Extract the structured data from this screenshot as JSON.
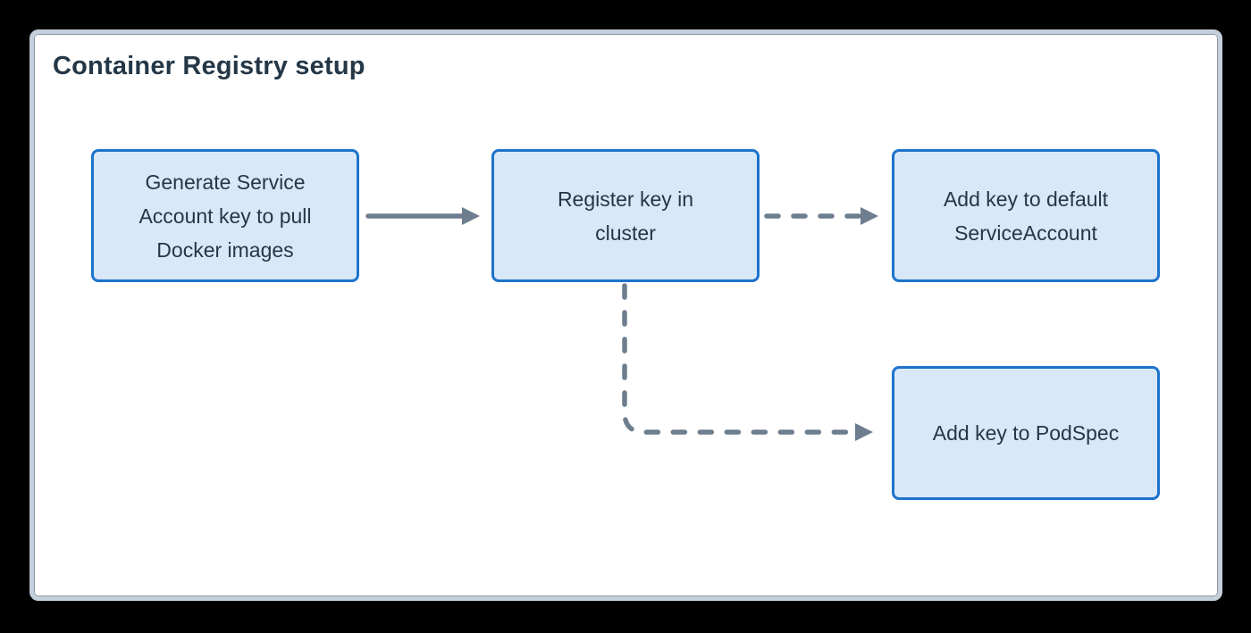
{
  "title": "Container Registry setup",
  "theme": {
    "canvas_bg": "#000000",
    "panel_bg": "#ffffff",
    "panel_border": "#c3cfda",
    "node_fill": "#d9e8f8",
    "node_border": "#1d73cc",
    "text_color": "#243747",
    "arrow_color": "#6e7e8e"
  },
  "diagram": {
    "nodes": [
      {
        "id": "generate-key",
        "label": "Generate Service Account key to pull Docker images",
        "lines": [
          "Generate Service",
          "Account key to pull",
          "Docker images"
        ]
      },
      {
        "id": "register-key",
        "label": "Register key in cluster",
        "lines": [
          "Register key in",
          "cluster"
        ]
      },
      {
        "id": "add-default-sa",
        "label": "Add key to default ServiceAccount",
        "lines": [
          "Add key to default",
          "ServiceAccount"
        ]
      },
      {
        "id": "add-podspec",
        "label": "Add key to PodSpec",
        "lines": [
          "Add key to PodSpec"
        ]
      }
    ],
    "edges": [
      {
        "from": "generate-key",
        "to": "register-key",
        "style": "solid"
      },
      {
        "from": "register-key",
        "to": "add-default-sa",
        "style": "dashed"
      },
      {
        "from": "register-key",
        "to": "add-podspec",
        "style": "dashed-elbow"
      }
    ]
  }
}
